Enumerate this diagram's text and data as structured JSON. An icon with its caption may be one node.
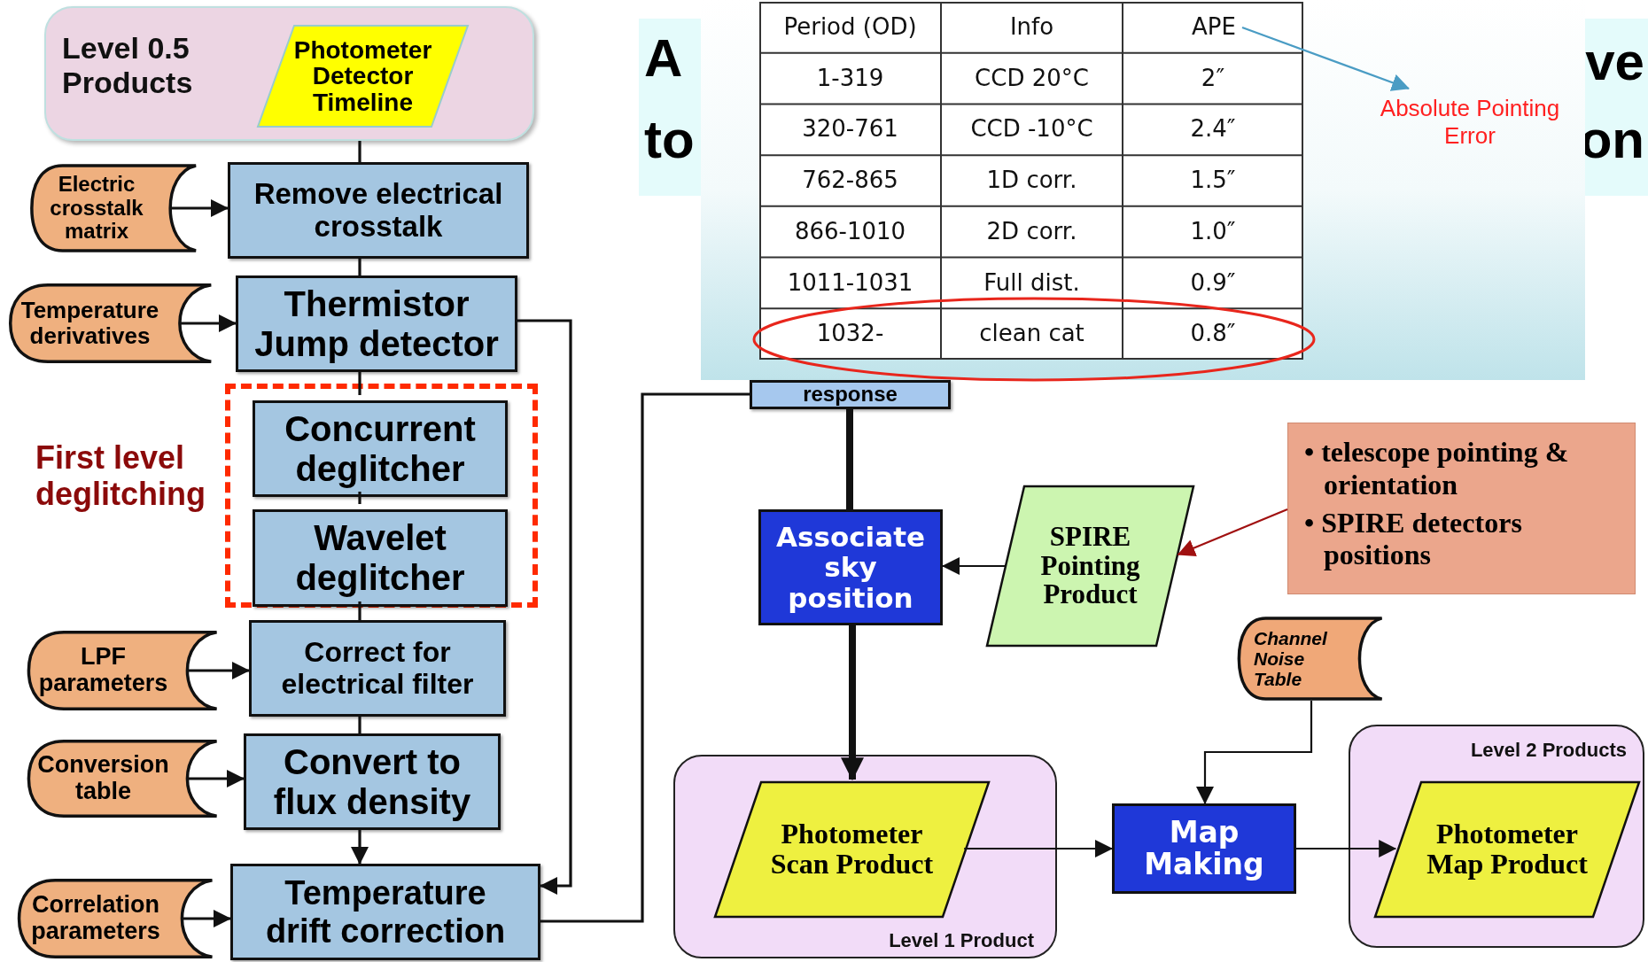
{
  "diagram": {
    "nodes": [
      {
        "text": [
          "Level 0.5 Products"
        ]
      },
      {
        "text": [
          "Photometer Detector Timeline"
        ],
        "in": 0
      },
      {
        "text": [
          "Electric crosstalk matrix"
        ]
      },
      {
        "text": [
          "Remove electrical crosstalk"
        ]
      },
      {
        "text": [
          "Temperature derivatives"
        ]
      },
      {
        "text": [
          "Thermistor Jump detector"
        ]
      },
      {
        "text": [],
        "shape": "box"
      },
      {
        "text": [
          "Concurrent deglitcher"
        ],
        "in": 6
      },
      {
        "text": [
          "Wavelet deglitcher"
        ],
        "in": 6
      },
      {
        "text": [
          "LPF parameters"
        ]
      },
      {
        "text": [
          "Correct for electrical filter"
        ]
      },
      {
        "text": [
          "Conversion table"
        ]
      },
      {
        "text": [
          "Convert to flux density"
        ]
      },
      {
        "text": [
          "Correlation parameters"
        ]
      },
      {
        "text": [
          "Temperature drift correction"
        ]
      },
      {
        "text": [
          "APE"
        ]
      },
      {
        "text": [
          "Absolute Pointing Error"
        ]
      },
      {
        "text": [
          "response"
        ]
      },
      {
        "text": [
          "Associate sky position"
        ]
      },
      {
        "text": [
          "SPIRE Pointing Product"
        ]
      },
      {
        "text": [
          "• telescope pointing & orientation",
          "• SPIRE detectors positions"
        ]
      },
      {
        "text": [
          "Channel Noise Table"
        ]
      },
      {
        "text": [
          "Level 1 Product"
        ]
      },
      {
        "text": [
          "Photometer Scan Product"
        ],
        "in": 22
      },
      {
        "text": [
          "Map Making"
        ]
      },
      {
        "text": [
          "Level 2 Products"
        ]
      },
      {
        "text": [
          "Photometer Map Product"
        ],
        "in": 25
      }
    ],
    "edges": [
      {
        "from": 0,
        "to": 3,
        "arrow": "none"
      },
      {
        "from": 2,
        "to": 3,
        "arrow": "to"
      },
      {
        "from": 3,
        "to": 5,
        "arrow": "none"
      },
      {
        "from": 4,
        "to": 5,
        "arrow": "to"
      },
      {
        "from": 5,
        "to": 7,
        "arrow": "none"
      },
      {
        "from": 7,
        "to": 8,
        "arrow": "none"
      },
      {
        "from": 8,
        "to": 10,
        "arrow": "none"
      },
      {
        "from": 9,
        "to": 10,
        "arrow": "to"
      },
      {
        "from": 10,
        "to": 12,
        "arrow": "none"
      },
      {
        "from": 11,
        "to": 12,
        "arrow": "to"
      },
      {
        "from": 12,
        "to": 14,
        "arrow": "to"
      },
      {
        "from": 5,
        "to": 14,
        "arrow": "to"
      },
      {
        "from": 13,
        "to": 14,
        "arrow": "to"
      },
      {
        "from": 14,
        "to": 17,
        "arrow": "none"
      },
      {
        "from": 15,
        "to": 16,
        "arrow": "to",
        "color": "#4a9cc4"
      },
      {
        "from": 17,
        "to": 18,
        "arrow": "none",
        "style": "thick"
      },
      {
        "from": 18,
        "to": 23,
        "arrow": "to",
        "style": "thick"
      },
      {
        "from": 19,
        "to": 18,
        "arrow": "to"
      },
      {
        "from": 20,
        "to": 19,
        "arrow": "to",
        "color": "#a01010"
      },
      {
        "from": 21,
        "to": 24,
        "arrow": "to"
      },
      {
        "from": 23,
        "to": 24,
        "arrow": "to"
      },
      {
        "from": 24,
        "to": 26,
        "arrow": "to"
      }
    ],
    "labels": [
      "A",
      "ve",
      "to",
      "on",
      "First level deglitching",
      "Period (OD)",
      "Info",
      "1-319",
      "CCD 20°C",
      "2″",
      "320-761",
      "CCD -10°C",
      "2.4″",
      "762-865",
      "1D corr.",
      "1.5″",
      "866-1010",
      "2D corr.",
      "1.0″",
      "1011-1031",
      "Full dist.",
      "0.9″",
      "1032-",
      "clean cat",
      "0.8″"
    ]
  }
}
